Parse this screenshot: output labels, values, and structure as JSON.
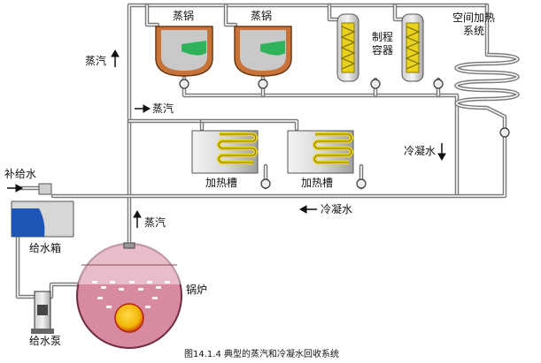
{
  "labels": {
    "pot_1": "蒸锅",
    "pot_2": "蒸锅",
    "process_vessel": "制程\n容器",
    "space_heating": "空间加热\n系统",
    "steam_up_left": "蒸汽",
    "steam_right": "蒸汽",
    "condensate_down": "冷凝水",
    "heating_tank_1": "加热槽",
    "heating_tank_2": "加热槽",
    "makeup_water": "补给水",
    "condensate_left": "冷凝水",
    "steam_up_boiler": "蒸汽",
    "feed_tank": "给水箱",
    "boiler": "锅炉",
    "feed_pump": "给水泵"
  },
  "caption": "图14.1.4  典型的蒸汽和冷凝水回收系统",
  "colors": {
    "pipe": "#7a7a7a",
    "pot_shell": "#c8733a",
    "pot_liquid": "#2fb35a",
    "coil_yellow": "#e8d21e",
    "boiler_pink": "#d88aa0",
    "fire": "#f2b705",
    "water_blue": "#1d57b5"
  }
}
